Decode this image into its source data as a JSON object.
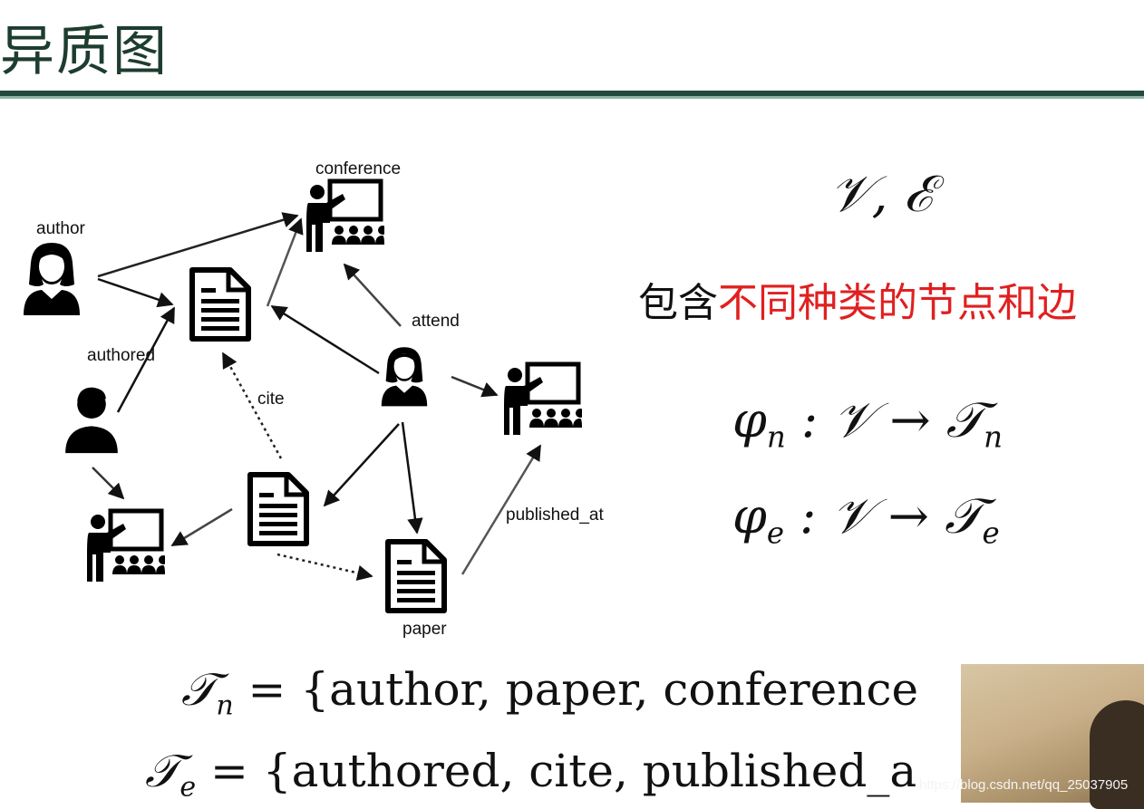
{
  "title": "异质图",
  "graph": {
    "labels": {
      "author": "author",
      "conference": "conference",
      "attend": "attend",
      "authored": "authored",
      "cite": "cite",
      "published_at": "published_at",
      "paper": "paper"
    }
  },
  "right": {
    "ve": "𝒱, ℰ",
    "caption_black": "包含",
    "caption_red": "不同种类的节点和边",
    "phi_n": {
      "phi": "φ",
      "sub": "n",
      "mid": " : 𝒱 → 𝒯",
      "tsub": "n"
    },
    "phi_e": {
      "phi": "φ",
      "sub": "e",
      "mid": " : 𝒱 → 𝒯",
      "tsub": "e"
    }
  },
  "sets": {
    "tn": {
      "sym": "𝒯",
      "sub": "n",
      "rest": " = {author, paper, conference"
    },
    "te": {
      "sym": "𝒯",
      "sub": "e",
      "rest": " = {authored, cite, published_a"
    }
  },
  "colors": {
    "title": "#1d3d2f",
    "rule": "#234a3a",
    "red": "#e02020"
  },
  "watermark": "https://blog.csdn.net/qq_25037905"
}
